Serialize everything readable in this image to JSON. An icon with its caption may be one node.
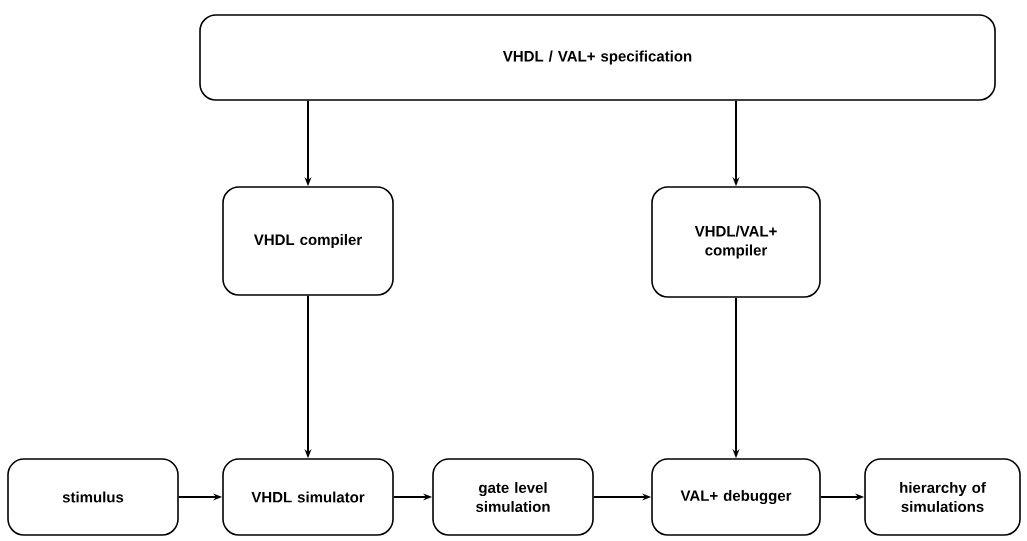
{
  "diagram": {
    "nodes": [
      {
        "text": [
          "VHDL / VAL+ specification"
        ]
      },
      {
        "text": [
          "VHDL compiler"
        ]
      },
      {
        "text": [
          "VHDL/VAL+ compiler"
        ]
      },
      {
        "text": [
          "stimulus"
        ]
      },
      {
        "text": [
          "VHDL simulator"
        ]
      },
      {
        "text": [
          "gate level simulation"
        ]
      },
      {
        "text": [
          "VAL+ debugger"
        ]
      },
      {
        "text": [
          "hierarchy of simulations"
        ]
      }
    ],
    "edges": [
      {
        "from": 0,
        "to": 1,
        "arrow": "to"
      },
      {
        "from": 0,
        "to": 2,
        "arrow": "to"
      },
      {
        "from": 1,
        "to": 4,
        "arrow": "to"
      },
      {
        "from": 2,
        "to": 6,
        "arrow": "to"
      },
      {
        "from": 3,
        "to": 4,
        "arrow": "to"
      },
      {
        "from": 4,
        "to": 5,
        "arrow": "to"
      },
      {
        "from": 5,
        "to": 6,
        "arrow": "to"
      },
      {
        "from": 6,
        "to": 7,
        "arrow": "to"
      }
    ]
  }
}
